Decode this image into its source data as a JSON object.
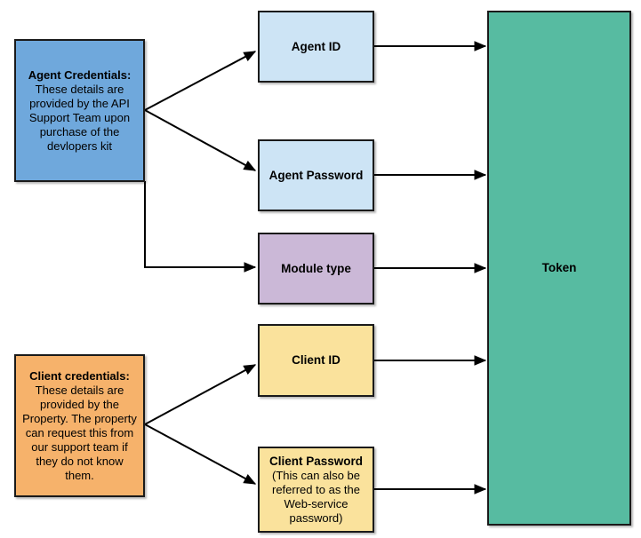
{
  "diagram": {
    "nodes": {
      "agent_credentials": {
        "title": "Agent Credentials:",
        "body": "These details are provided by the API Support Team upon purchase of the devlopers kit",
        "fill": "#6FA8DC"
      },
      "client_credentials": {
        "title": "Client credentials:",
        "body": "These details are provided by the Property. The property can request this from our support team if they do not know them.",
        "fill": "#F6B26B"
      },
      "agent_id": {
        "label": "Agent ID",
        "fill": "#CDE4F5"
      },
      "agent_password": {
        "label": "Agent Password",
        "fill": "#CDE4F5"
      },
      "module_type": {
        "label": "Module type",
        "fill": "#CBB8D7"
      },
      "client_id": {
        "label": "Client ID",
        "fill": "#FAE29C"
      },
      "client_password": {
        "label": "Client Password",
        "body": "(This can also be referred to as the Web-service password)",
        "fill": "#FAE29C"
      },
      "token": {
        "label": "Token",
        "fill": "#57BBA1"
      }
    },
    "edges": [
      {
        "from": "agent_credentials",
        "to": "agent_id"
      },
      {
        "from": "agent_credentials",
        "to": "agent_password"
      },
      {
        "from": "agent_credentials",
        "to": "module_type"
      },
      {
        "from": "client_credentials",
        "to": "client_id"
      },
      {
        "from": "client_credentials",
        "to": "client_password"
      },
      {
        "from": "agent_id",
        "to": "token"
      },
      {
        "from": "agent_password",
        "to": "token"
      },
      {
        "from": "module_type",
        "to": "token"
      },
      {
        "from": "client_id",
        "to": "token"
      },
      {
        "from": "client_password",
        "to": "token"
      }
    ],
    "colors": {
      "border": "#1A1A1A",
      "arrow": "#000000",
      "background": "#FFFFFF"
    }
  }
}
